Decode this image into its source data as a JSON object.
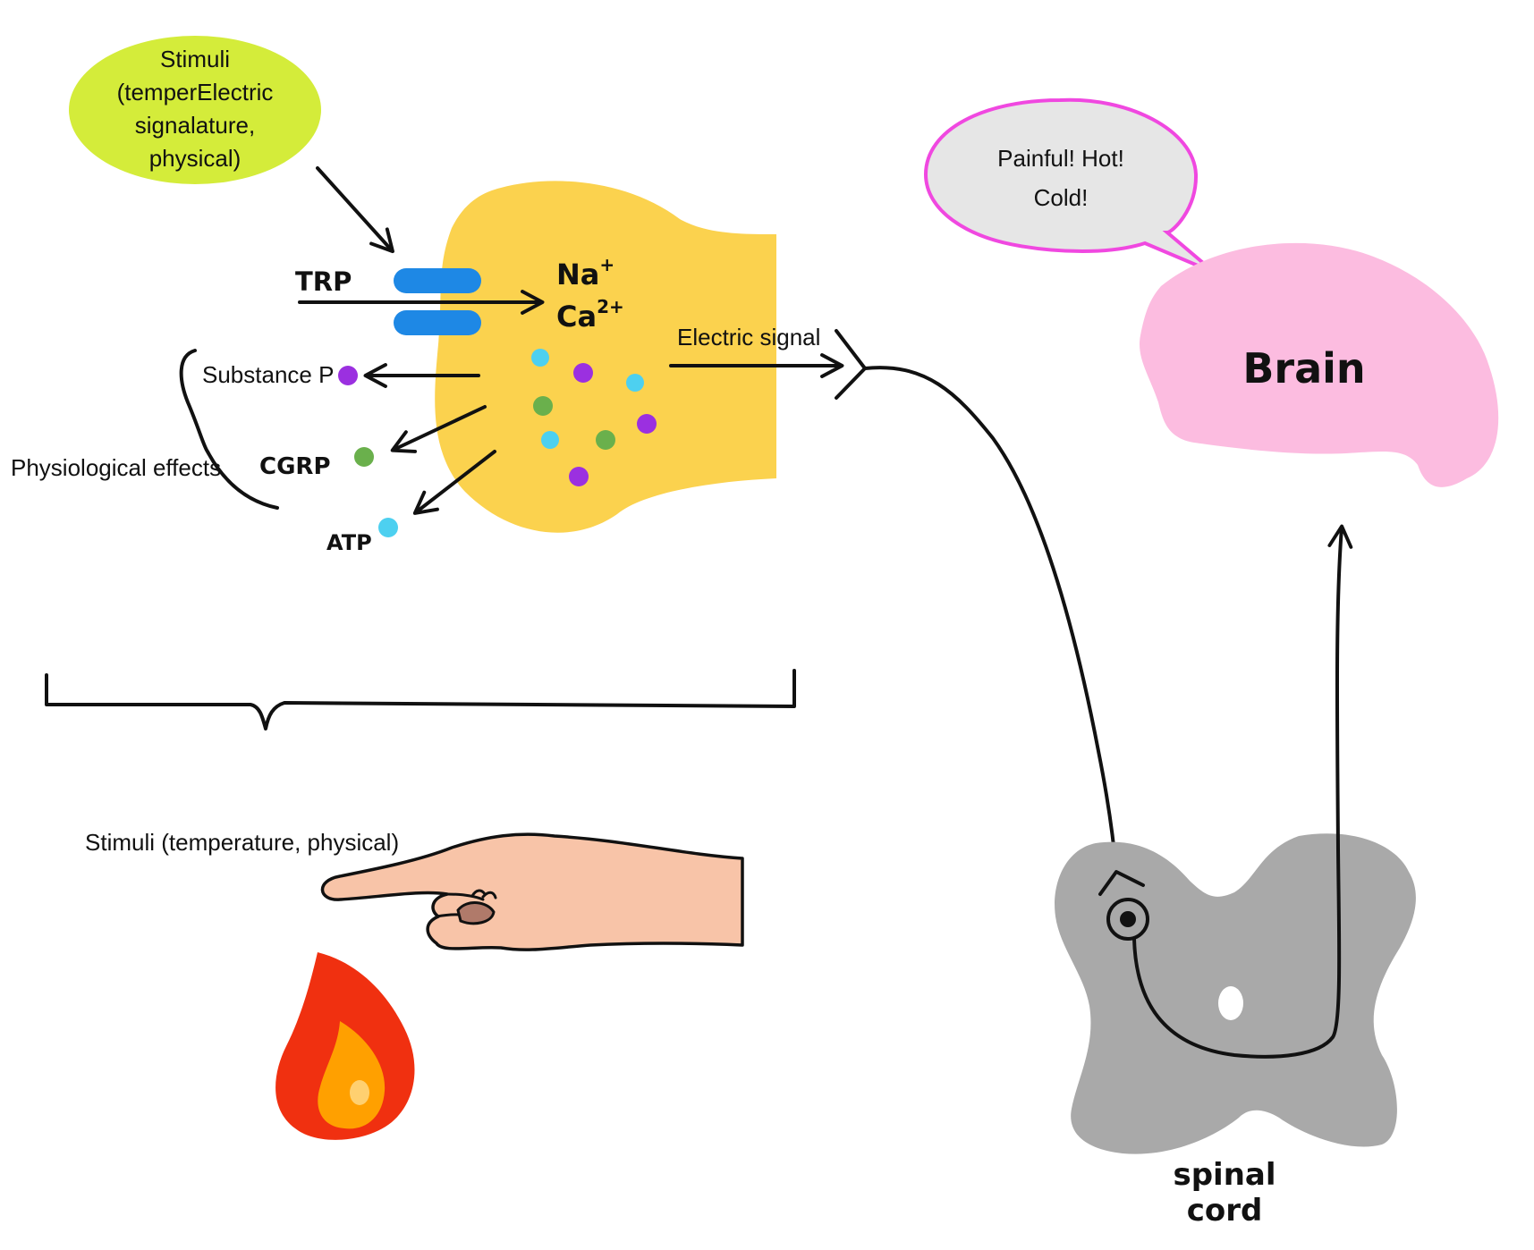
{
  "stimuli_bubble": {
    "lines": [
      "Stimuli",
      "(temperElectric",
      "signalature,",
      "physical)"
    ],
    "color": "#d4ec3a"
  },
  "receptor": {
    "channel_label": "TRP",
    "ion_na": "Na",
    "ion_na_charge": "+",
    "ion_ca": "Ca",
    "ion_ca_charge": "2+",
    "terminal_color": "#fbd24e",
    "channel_color": "#1e88e5"
  },
  "released": {
    "substance_p": "Substance P",
    "cgrp": "CGRP",
    "atp": "ATP",
    "effects_label": "Physiological effects",
    "colors": {
      "substance_p": "#9b30e0",
      "cgrp": "#6ab04c",
      "atp": "#4dd0f0"
    }
  },
  "signal": {
    "electric_label": "Electric signal"
  },
  "speech": {
    "lines": [
      "Painful! Hot!",
      "Cold!"
    ],
    "fill": "#e6e6e6",
    "border": "#f048e0"
  },
  "brain": {
    "label": "Brain",
    "color": "#fcbce0"
  },
  "spinal_cord": {
    "lines": [
      "spinal",
      "cord"
    ],
    "color": "#a9a9a9"
  },
  "stimulus_hand": {
    "label": "Stimuli (temperature, physical)"
  },
  "flame": {
    "icon": "fire-icon",
    "colors": [
      "#f03010",
      "#ffa000",
      "#ffd070"
    ]
  }
}
